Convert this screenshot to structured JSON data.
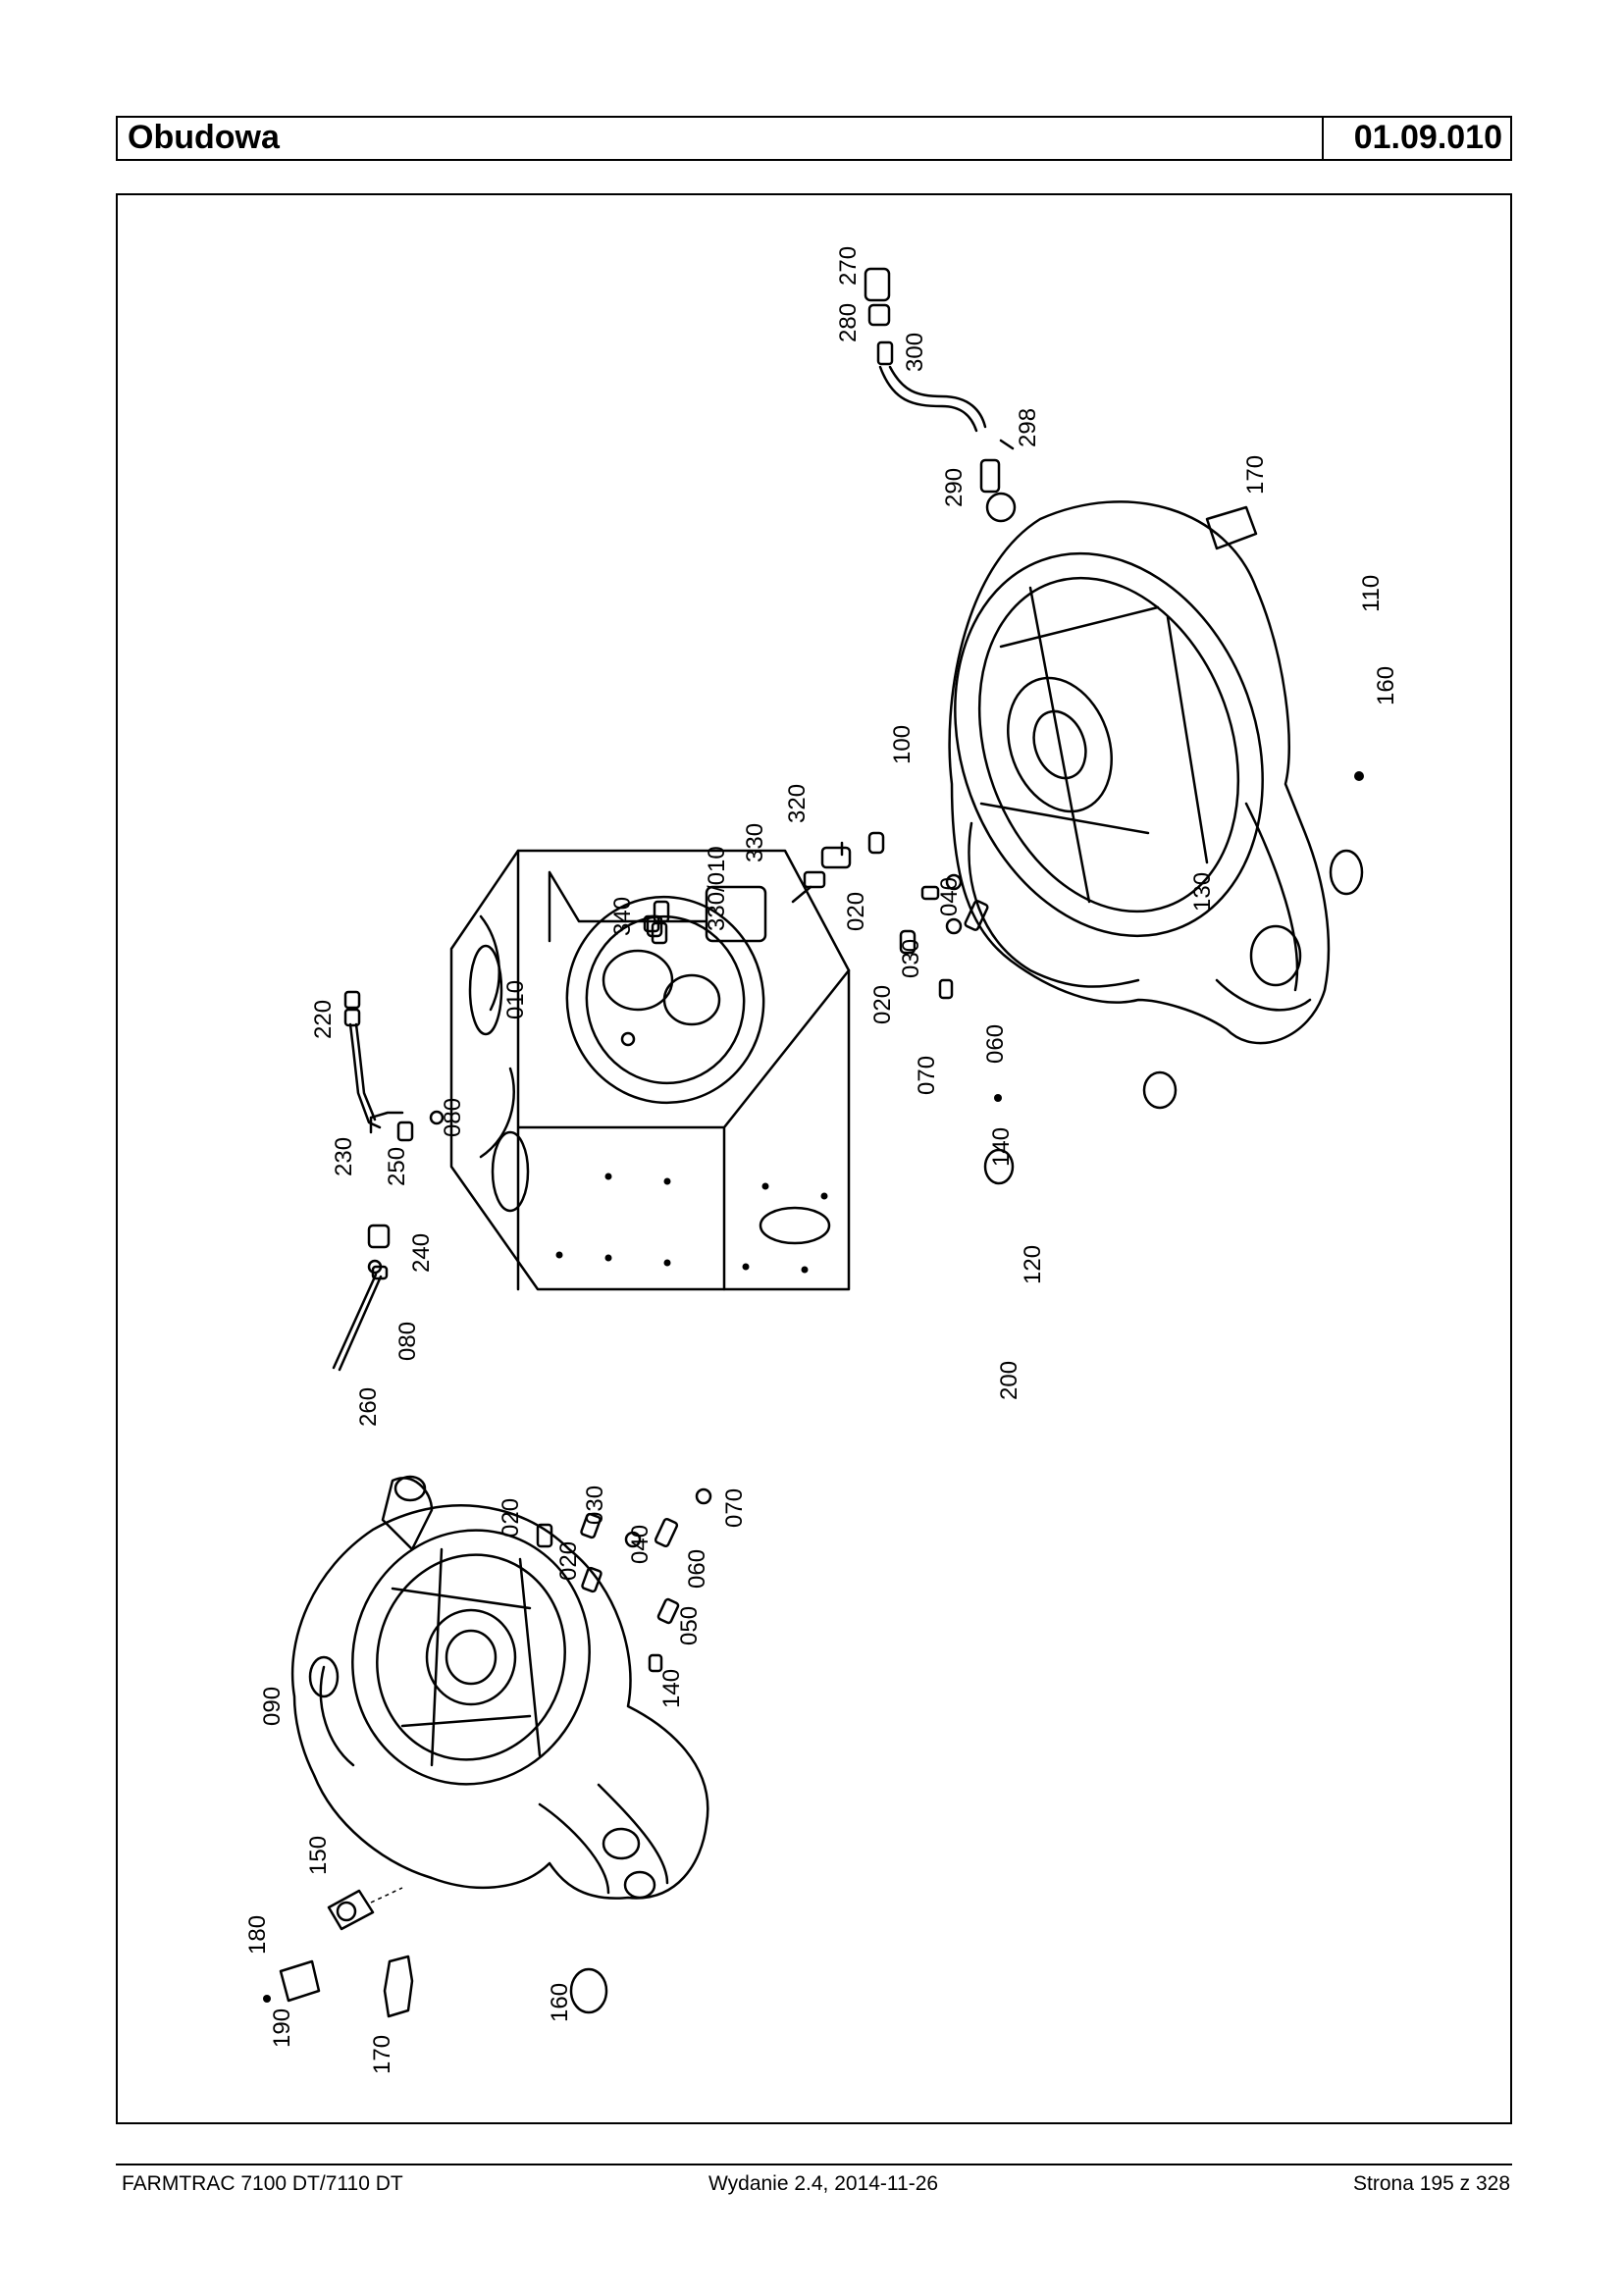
{
  "header": {
    "title": "Obudowa",
    "code": "01.09.010"
  },
  "footer": {
    "model": "FARMTRAC 7100 DT/7110 DT",
    "edition": "Wydanie 2.4,  2014-11-26",
    "page": "Strona 195 z 328"
  },
  "labels": [
    "270",
    "280",
    "300",
    "298",
    "290",
    "170",
    "110",
    "160",
    "100",
    "130",
    "330/010",
    "330",
    "320",
    "340",
    "020",
    "040",
    "030",
    "060",
    "070",
    "010",
    "220",
    "230",
    "250",
    "080",
    "240",
    "260",
    "140",
    "120",
    "200",
    "090",
    "150",
    "180",
    "190",
    "050"
  ]
}
